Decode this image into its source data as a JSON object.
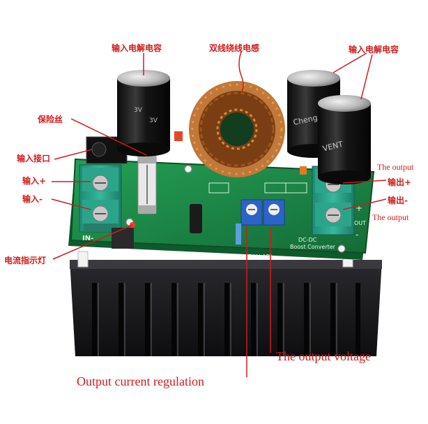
{
  "labels": {
    "input_cap_left": "输入电解电容",
    "inductor": "双线绕线电感",
    "input_cap_right": "输入电解电容",
    "fuse": "保险丝",
    "input_jack": "输入接口",
    "input_plus": "输入+",
    "input_minus": "输入-",
    "output_plus": "输出+",
    "output_minus": "输出-",
    "the_output_top": "The output",
    "the_output_bottom": "The output",
    "led": "电流指示灯",
    "output_voltage": "The output voltage",
    "output_current": "Output current regulation"
  },
  "board_text": {
    "title": "DC-DC",
    "subtitle": "Boost Converter",
    "adj": "I-ADJ  U-ADJ",
    "in_mark": "IN-",
    "out_mark": "OUT",
    "plus": "+",
    "minus": "-"
  },
  "cap_text": {
    "left_a": "3V",
    "left_b": "3V",
    "right": "Chengx",
    "right_b": "VENT"
  },
  "colors": {
    "label_red": "#d11b1b",
    "pcb_green": "#1f8a4a",
    "terminal_teal": "#2aa58c",
    "heatsink": "#1b1b1e",
    "copper": "#b86a2a"
  }
}
